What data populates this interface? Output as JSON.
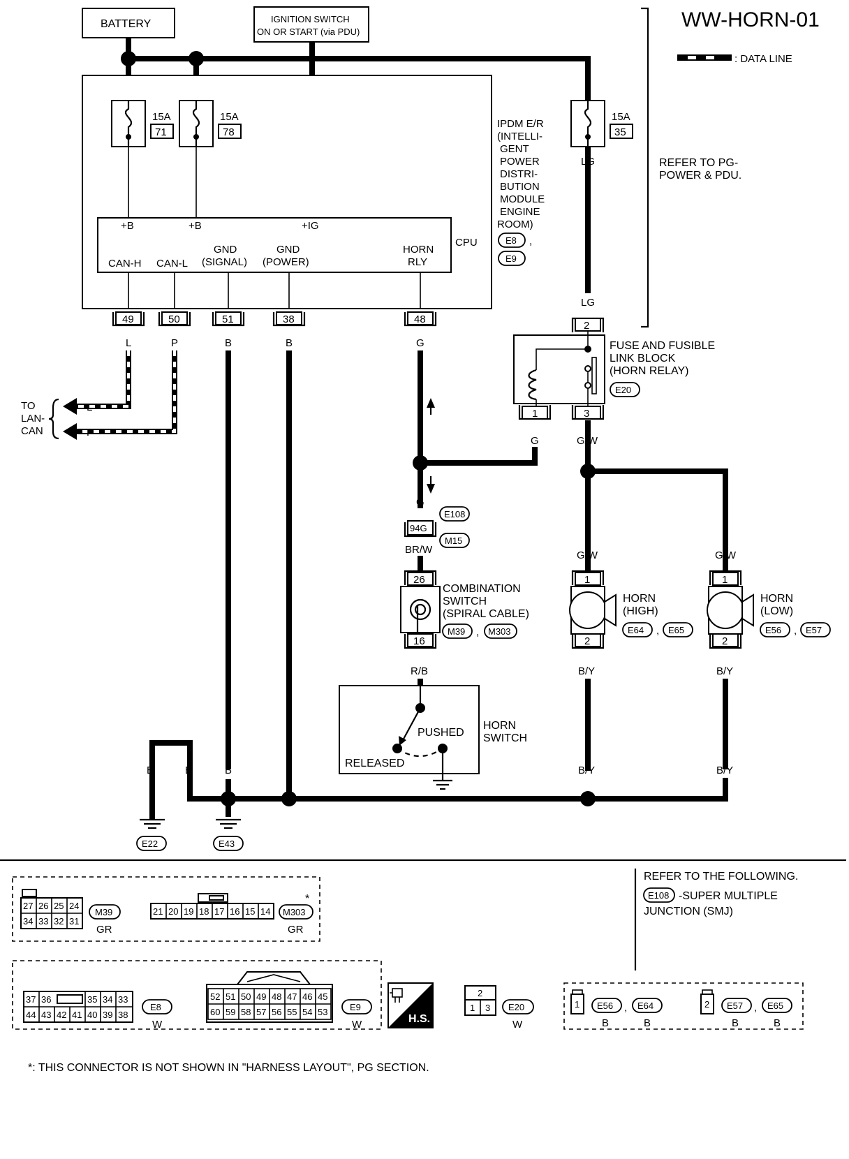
{
  "title": "WW-HORN-01",
  "legend": {
    "data_line": ": DATA LINE"
  },
  "sources": {
    "battery": "BATTERY",
    "ignition_l1": "IGNITION SWITCH",
    "ignition_l2": "ON OR START (via PDU)"
  },
  "ipdm": {
    "label_lines": [
      "IPDM E/R",
      "(INTELLI-",
      "GENT",
      "POWER",
      "DISTRI-",
      "BUTION",
      "MODULE",
      "ENGINE",
      "ROOM)"
    ],
    "connectors": [
      "E8",
      "E9"
    ],
    "cpu": "CPU",
    "fuses": [
      {
        "amp": "15A",
        "num": "71"
      },
      {
        "amp": "15A",
        "num": "78"
      },
      {
        "amp": "15A",
        "num": "35"
      }
    ],
    "cpu_terms": {
      "b1": "+B",
      "b2": "+B",
      "ig": "+IG",
      "canh": "CAN-H",
      "canl": "CAN-L",
      "gnd_sig_1": "GND",
      "gnd_sig_2": "(SIGNAL)",
      "gnd_pow_1": "GND",
      "gnd_pow_2": "(POWER)",
      "horn_1": "HORN",
      "horn_2": "RLY"
    },
    "pins": [
      "49",
      "50",
      "51",
      "38",
      "48"
    ]
  },
  "refer_pg": [
    "REFER TO PG-",
    "POWER & PDU."
  ],
  "wires": {
    "lg": "LG",
    "l": "L",
    "p": "P",
    "b": "B",
    "g": "G",
    "gw": "G/W",
    "brw": "BR/W",
    "rb": "R/B",
    "by": "B/Y"
  },
  "lan": {
    "to": [
      "TO",
      "LAN-",
      "CAN"
    ],
    "l": "L",
    "p": "P"
  },
  "horn_relay": {
    "label": [
      "FUSE AND FUSIBLE",
      "LINK BLOCK",
      "(HORN RELAY)"
    ],
    "connector": "E20",
    "pins": [
      "2",
      "1",
      "3"
    ]
  },
  "smj": {
    "connector_top": "E108",
    "pin": "94G",
    "connector_bottom": "M15"
  },
  "combo_switch": {
    "label": [
      "COMBINATION",
      "SWITCH",
      "(SPIRAL CABLE)"
    ],
    "connectors": [
      "M39",
      "M303"
    ],
    "pins": [
      "26",
      "16"
    ]
  },
  "horn_switch": {
    "label": [
      "HORN",
      "SWITCH"
    ],
    "pushed": "PUSHED",
    "released": "RELEASED"
  },
  "horn_high": {
    "label": [
      "HORN",
      "(HIGH)"
    ],
    "connectors": [
      "E64",
      "E65"
    ],
    "pins": [
      "1",
      "2"
    ]
  },
  "horn_low": {
    "label": [
      "HORN",
      "(LOW)"
    ],
    "connectors": [
      "E56",
      "E57"
    ],
    "pins": [
      "1",
      "2"
    ]
  },
  "grounds": [
    "E22",
    "E43"
  ],
  "comma": ",",
  "connector_views": {
    "m39": {
      "top": [
        "27",
        "26",
        "25",
        "24"
      ],
      "bottom": [
        "34",
        "33",
        "32",
        "31"
      ],
      "id": "M39",
      "color": "GR"
    },
    "m303": {
      "row": [
        "21",
        "20",
        "19",
        "18",
        "17",
        "16",
        "15",
        "14"
      ],
      "id": "M303",
      "color": "GR",
      "star": "*"
    },
    "e8": {
      "top": [
        "37",
        "36",
        "35",
        "34",
        "33"
      ],
      "bottom": [
        "44",
        "43",
        "42",
        "41",
        "40",
        "39",
        "38"
      ],
      "id": "E8",
      "color": "W"
    },
    "e9": {
      "top": [
        "52",
        "51",
        "50",
        "49",
        "48",
        "47",
        "46",
        "45"
      ],
      "bottom": [
        "60",
        "59",
        "58",
        "57",
        "56",
        "55",
        "54",
        "53"
      ],
      "id": "E9",
      "color": "W"
    },
    "hs": "H.S.",
    "e20": {
      "top": "2",
      "bottom": [
        "1",
        "3"
      ],
      "id": "E20",
      "color": "W"
    },
    "horns": {
      "p1": "1",
      "p2": "2",
      "e56": "E56",
      "e64": "E64",
      "e57": "E57",
      "e65": "E65",
      "b": "B"
    }
  },
  "refer_following": {
    "line1": "REFER TO THE FOLLOWING.",
    "conn": "E108",
    "line2": "-SUPER MULTIPLE",
    "line3": "JUNCTION (SMJ)"
  },
  "footnote": "*: THIS CONNECTOR IS NOT SHOWN IN \"HARNESS LAYOUT\", PG SECTION."
}
